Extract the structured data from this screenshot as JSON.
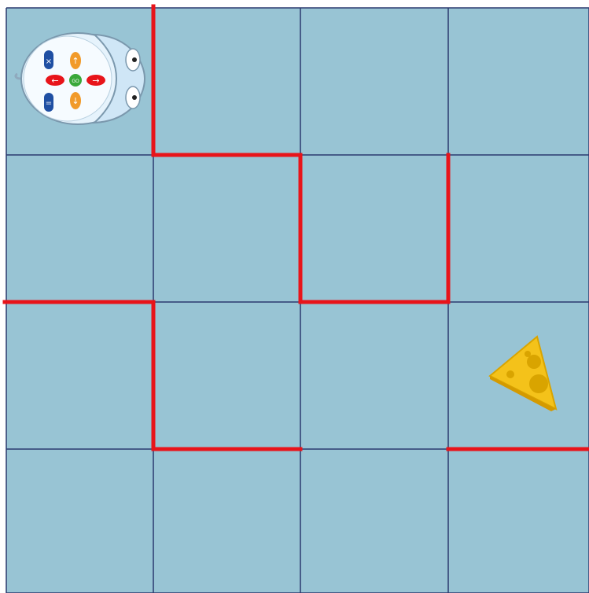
{
  "board": {
    "rows": 4,
    "cols": 4,
    "cell_color": "#98c4d4",
    "grid_line_color": "#2a3a6e",
    "wall_color": "#e8141a"
  },
  "walls": [
    {
      "orientation": "vertical",
      "col_line": 1,
      "from_row": 0,
      "to_row": 1
    },
    {
      "orientation": "horizontal",
      "row_line": 1,
      "from_col": 1,
      "to_col": 2
    },
    {
      "orientation": "vertical",
      "col_line": 2,
      "from_row": 1,
      "to_row": 2
    },
    {
      "orientation": "horizontal",
      "row_line": 2,
      "from_col": 2,
      "to_col": 3
    },
    {
      "orientation": "vertical",
      "col_line": 3,
      "from_row": 1,
      "to_row": 2
    },
    {
      "orientation": "horizontal",
      "row_line": 2,
      "from_col": 0,
      "to_col": 1
    },
    {
      "orientation": "vertical",
      "col_line": 1,
      "from_row": 2,
      "to_row": 3
    },
    {
      "orientation": "horizontal",
      "row_line": 3,
      "from_col": 1,
      "to_col": 2
    },
    {
      "orientation": "horizontal",
      "row_line": 3,
      "from_col": 3,
      "to_col": 4
    }
  ],
  "robot": {
    "name": "mouse-robot",
    "row": 0,
    "col": 0,
    "facing": "right",
    "body_color": "#d6ecfa",
    "buttons": [
      {
        "name": "clear-button",
        "symbol": "×",
        "color": "#1f4fa3"
      },
      {
        "name": "forward-button",
        "symbol": "↑",
        "color": "#f19a2a"
      },
      {
        "name": "left-button",
        "symbol": "←",
        "color": "#e8141a"
      },
      {
        "name": "go-button",
        "symbol": "GO",
        "color": "#3aa83a"
      },
      {
        "name": "right-button",
        "symbol": "→",
        "color": "#e8141a"
      },
      {
        "name": "pause-button",
        "symbol": "=",
        "color": "#1f4fa3"
      },
      {
        "name": "backward-button",
        "symbol": "↓",
        "color": "#f19a2a"
      }
    ]
  },
  "goal": {
    "name": "cheese",
    "row": 2,
    "col": 3,
    "color": "#f4c21a"
  }
}
